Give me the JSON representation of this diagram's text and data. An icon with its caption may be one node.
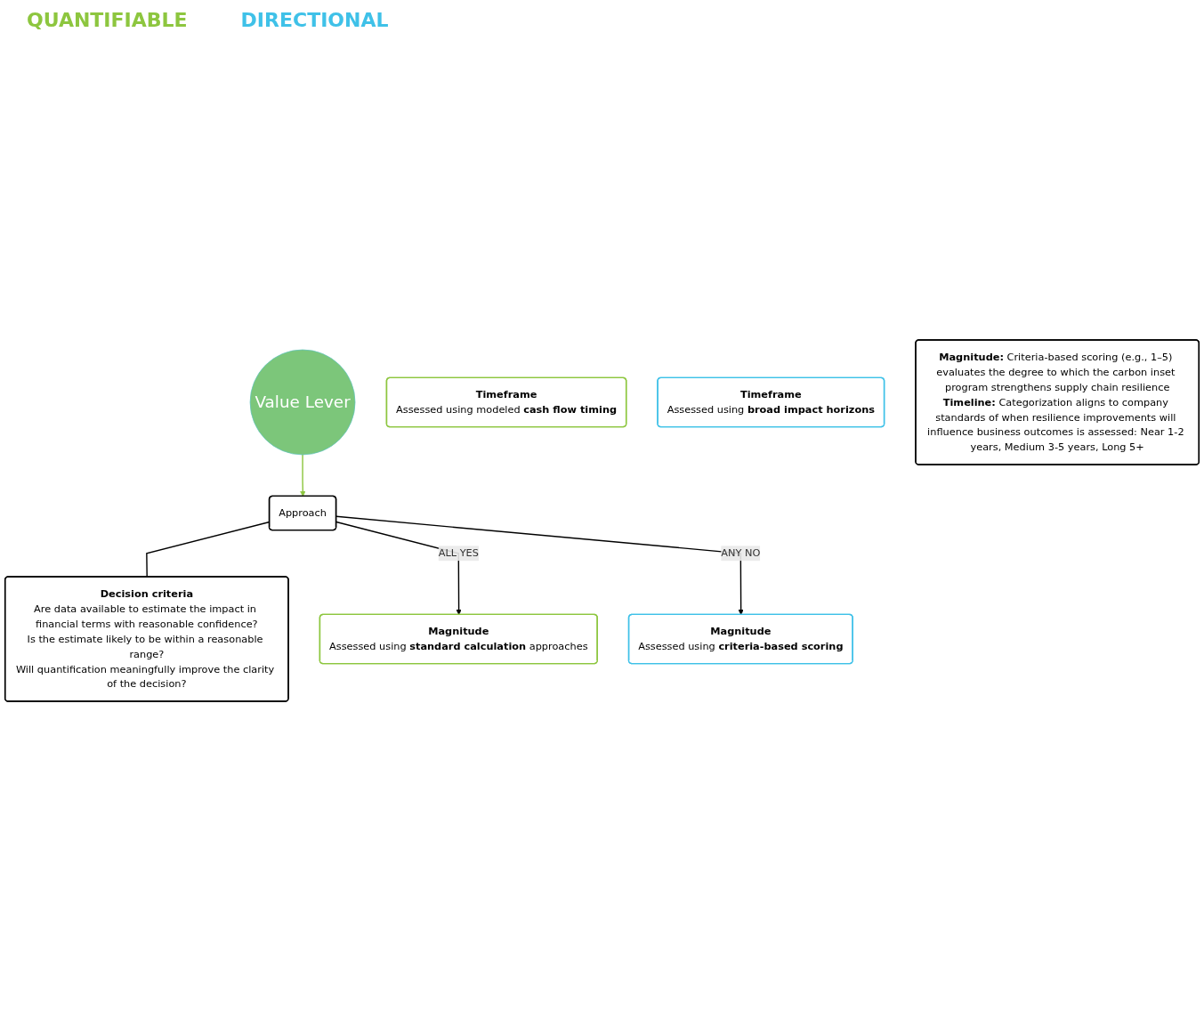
{
  "diagram": {
    "nodes": [
      {
        "text": [
          "Value Lever"
        ]
      },
      {
        "text": [
          "Approach"
        ]
      },
      {
        "text": [
          "Decision criteria",
          "Are data available to estimate the impact in financial terms with reasonable confidence?",
          "Is the estimate likely to be within a reasonable range?",
          "Will quantification meaningfully improve the clarity of the decision?"
        ]
      },
      {
        "text": [
          "Magnitude",
          "Assessed using **standard calculation** approaches"
        ]
      },
      {
        "text": [
          "Timeframe",
          "Assessed using modeled **cash flow timing**"
        ]
      },
      {
        "text": [
          "Magnitude",
          "Assessed using **criteria-based scoring**"
        ]
      },
      {
        "text": [
          "Timeframe",
          "Assessed using **broad impact horizons**"
        ]
      },
      {
        "text": [
          "**Magnitude:** Criteria-based scoring (e.g., 1–5) evaluates the degree to which the carbon inset program strengthens supply chain resilience",
          "**Timeline:** Categorization aligns to company standards of when resilience improvements will influence business outcomes is assessed: Near 1-2 years, Medium 3-5 years, Long 5+"
        ]
      }
    ],
    "edges": [
      {
        "from": 0,
        "to": 1,
        "arrow": "to",
        "color": "#8dc63f"
      },
      {
        "from": 1,
        "to": 2,
        "arrow": "none"
      },
      {
        "from": 1,
        "to": 3,
        "arrow": "to",
        "label": "ALL YES"
      },
      {
        "from": 1,
        "to": 5,
        "arrow": "to",
        "label": "ANY NO"
      }
    ],
    "labels": [
      "QUANTIFIABLE",
      "DIRECTIONAL"
    ]
  }
}
